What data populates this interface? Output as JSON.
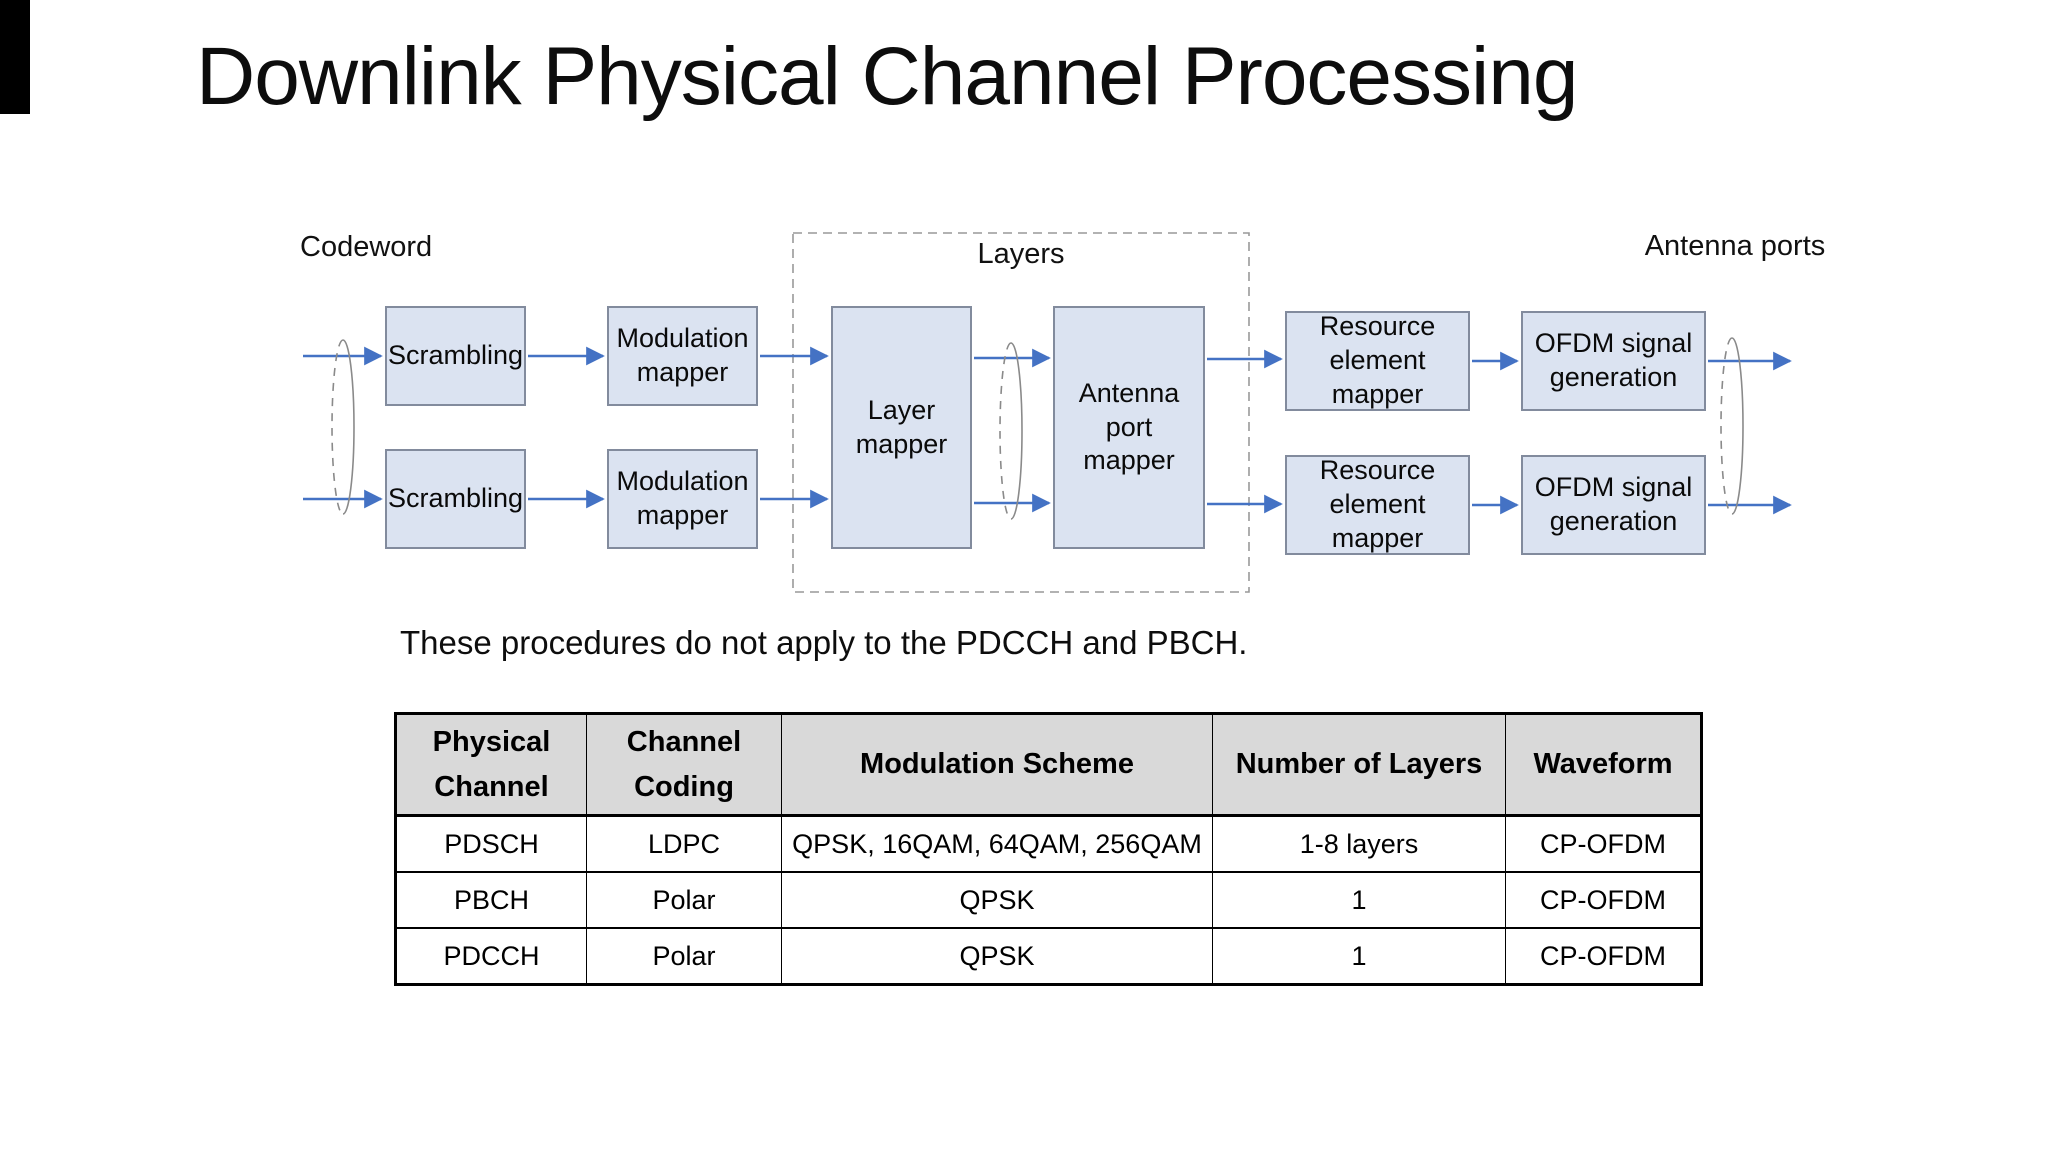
{
  "slide": {
    "title": "Downlink Physical Channel Processing",
    "note": "These procedures do not apply to the PDCCH and PBCH."
  },
  "diagram": {
    "labels": {
      "codeword": "Codeword",
      "layers": "Layers",
      "antenna_ports": "Antenna ports"
    },
    "boxes": {
      "scrambling_top": "Scrambling",
      "scrambling_bottom": "Scrambling",
      "modulation_mapper_top": "Modulation\nmapper",
      "modulation_mapper_bottom": "Modulation\nmapper",
      "layer_mapper": "Layer\nmapper",
      "antenna_port_mapper": "Antenna port\nmapper",
      "resource_element_mapper_top": "Resource element\nmapper",
      "resource_element_mapper_bottom": "Resource element\nmapper",
      "ofdm_signal_generation_top": "OFDM signal\ngeneration",
      "ofdm_signal_generation_bottom": "OFDM signal\ngeneration"
    }
  },
  "table": {
    "headers": [
      "Physical Channel",
      "Channel Coding",
      "Modulation Scheme",
      "Number of Layers",
      "Waveform"
    ],
    "rows": [
      [
        "PDSCH",
        "LDPC",
        "QPSK, 16QAM, 64QAM, 256QAM",
        "1-8 layers",
        "CP-OFDM"
      ],
      [
        "PBCH",
        "Polar",
        "QPSK",
        "1",
        "CP-OFDM"
      ],
      [
        "PDCCH",
        "Polar",
        "QPSK",
        "1",
        "CP-OFDM"
      ]
    ]
  },
  "colors": {
    "box_fill": "#dbe3f1",
    "box_border": "#828b9d",
    "arrow_blue": "#4472c4",
    "dashed_region_border": "#999999",
    "bundle_ellipse_stroke": "#8a8a8a",
    "table_header_bg": "#d9d9d9",
    "background": "#ffffff"
  }
}
